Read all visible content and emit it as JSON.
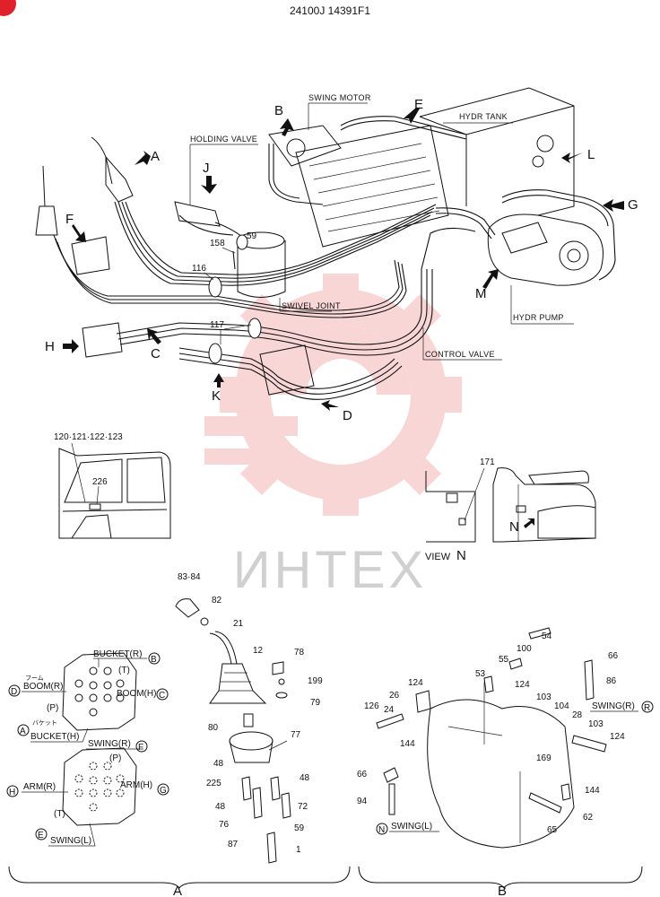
{
  "header": {
    "drawing_code": "24100J 14391F1",
    "corner_badge_color": "#e0202a"
  },
  "watermark": {
    "text": "ИНТЕХ",
    "gear_color": "#f4b5b5"
  },
  "callouts": {
    "swing_motor": "SWING MOTOR",
    "holding_valve": "HOLDING VALVE",
    "hydr_tank": "HYDR TANK",
    "swivel_joint": "SWIVEL JOINT",
    "control_valve": "CONTROL VALVE",
    "hydr_pump": "HYDR PUMP"
  },
  "arrow_letters": {
    "a": "A",
    "b": "B",
    "c": "C",
    "d": "D",
    "e": "E",
    "f": "F",
    "g": "G",
    "h": "H",
    "j": "J",
    "k": "K",
    "l": "L",
    "m": "M"
  },
  "parts_main": {
    "p158": "158",
    "p59": "59",
    "p116": "116",
    "p117": "117"
  },
  "cab_view": {
    "parts_range": "120·121·122·123",
    "p226": "226"
  },
  "view_n": {
    "title_prefix": "VIEW",
    "title_letter": "N",
    "p171": "171",
    "arrow_letter": "N"
  },
  "pattern_top": {
    "bucket_r": "BUCKET(R)",
    "circle_b": "B",
    "t": "(T)",
    "boom_jp": "フーム",
    "boom_r": "BOOM(R)",
    "circle_d": "D",
    "boom_h": "BOOM(H)",
    "circle_c": "C",
    "p": "(P)",
    "bucket_jp": "バケット",
    "circle_a": "A",
    "bucket_h": "BUCKET(H)"
  },
  "pattern_bottom": {
    "swing_r": "SWING(R)",
    "circle_f": "F",
    "p": "(P)",
    "arm_r": "ARM(R)",
    "circle_h": "H",
    "arm_h": "ARM(H)",
    "circle_g": "G",
    "t": "(T)",
    "circle_e": "E",
    "swing_l": "SWING(L)"
  },
  "detail_a_parts": {
    "p83_84": "83·84",
    "p82": "82",
    "p21": "21",
    "p12": "12",
    "p78": "78",
    "p199": "199",
    "p79": "79",
    "p80": "80",
    "p77": "77",
    "p48a": "48",
    "p225": "225",
    "p48b": "48",
    "p48c": "48",
    "p76": "76",
    "p72": "72",
    "p59": "59",
    "p87": "87",
    "p1": "1"
  },
  "detail_b_parts": {
    "p54": "54",
    "p100": "100",
    "p55": "55",
    "p53": "53",
    "p66a": "66",
    "p86": "86",
    "swing_r": "SWING(R)",
    "circle_r": "R",
    "p124a": "124",
    "p126": "126",
    "p26": "26",
    "p24": "24",
    "p144a": "144",
    "p124b": "124",
    "p103a": "103",
    "p104": "104",
    "p28": "28",
    "p103b": "103",
    "p124c": "124",
    "p169": "169",
    "p66b": "66",
    "p94": "94",
    "swing_l": "SWING(L)",
    "circle_n": "N",
    "p144b": "144",
    "p65": "65",
    "p62": "62"
  },
  "section_labels": {
    "a": "A",
    "b": "B"
  }
}
